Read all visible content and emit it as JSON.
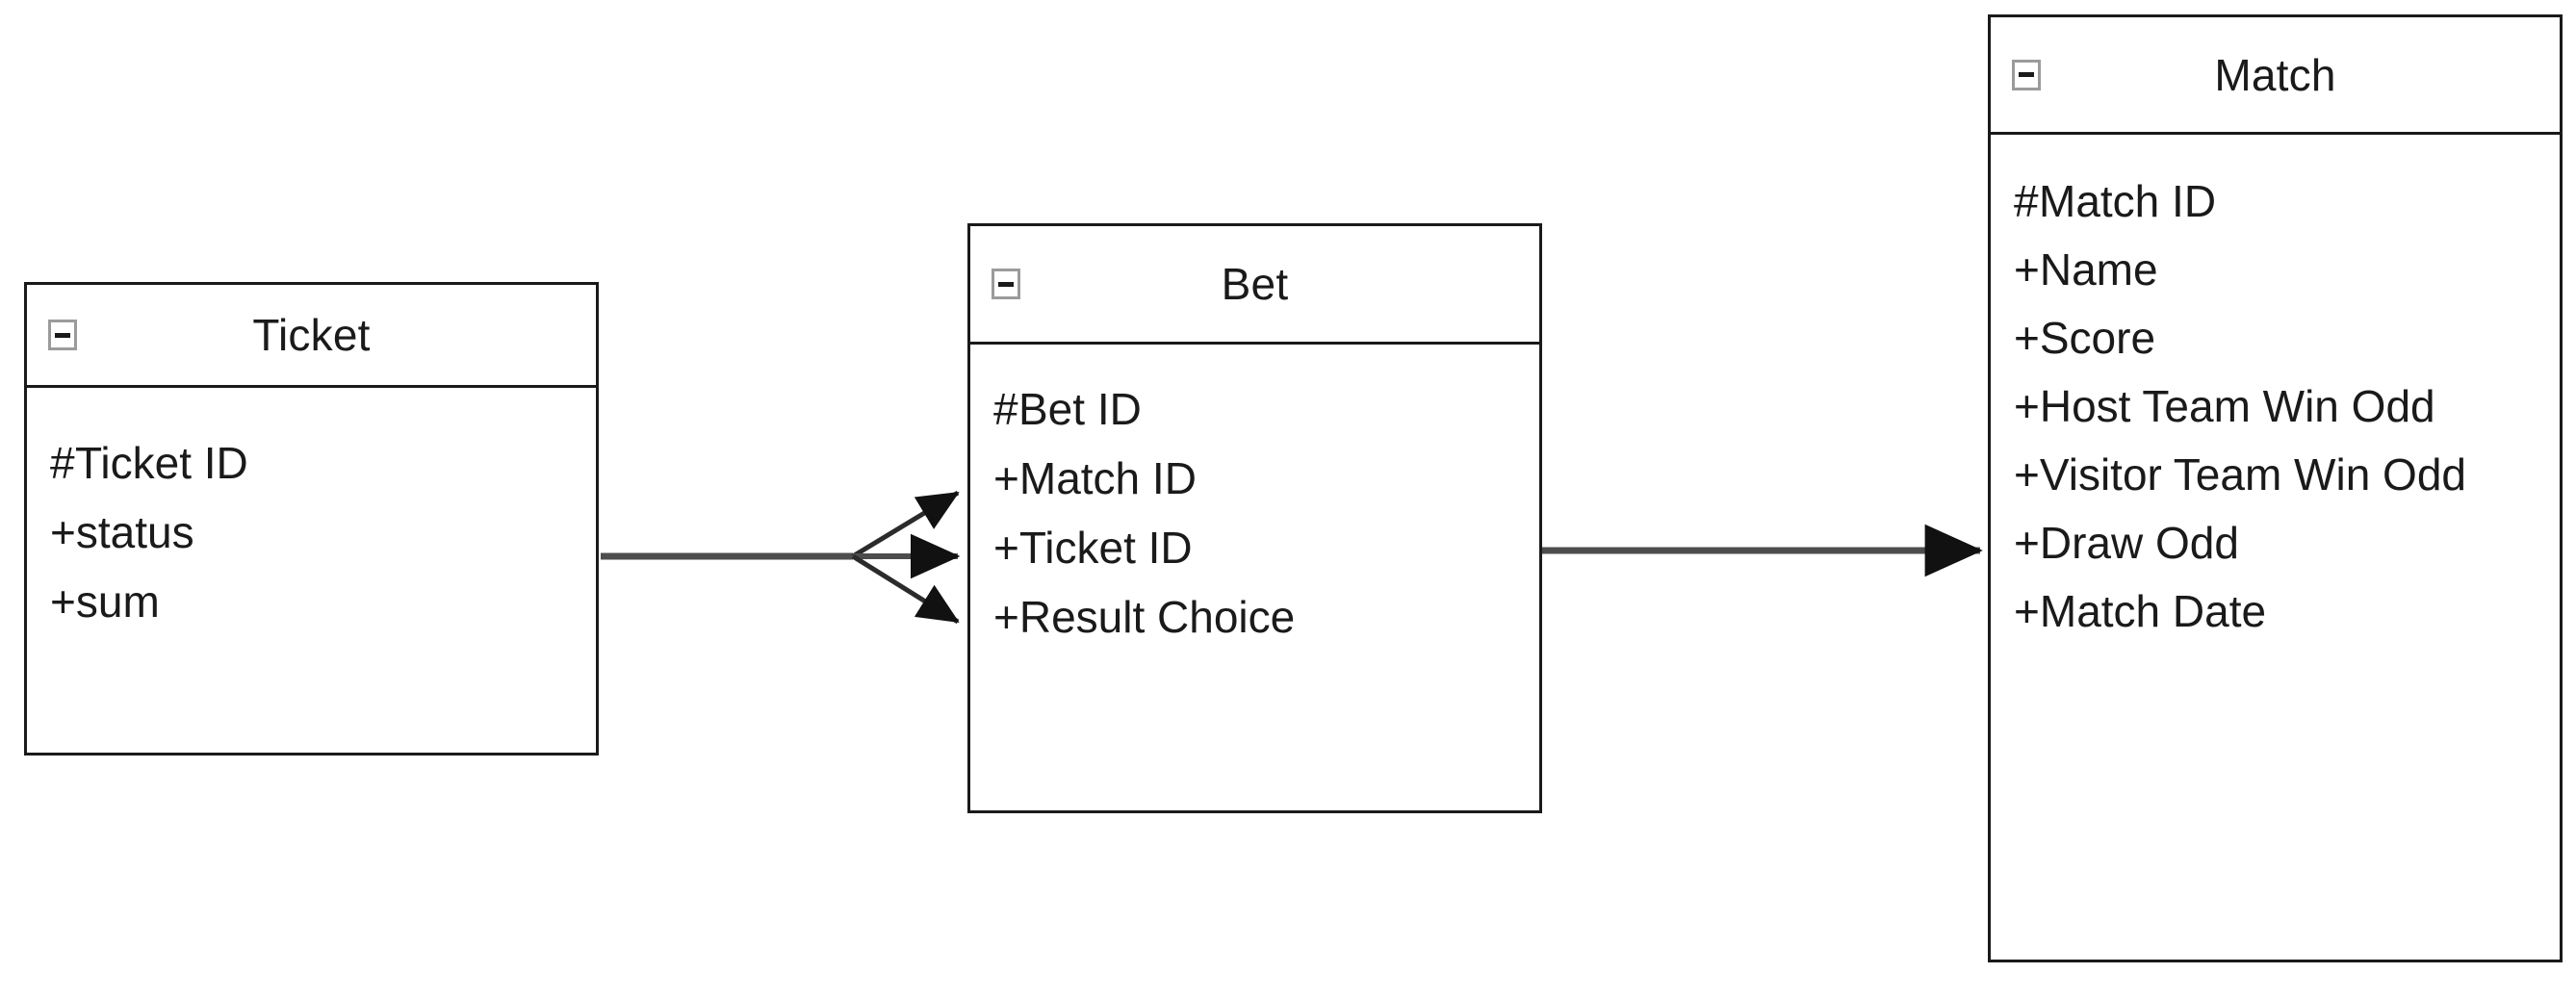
{
  "diagram": {
    "type": "uml-class-diagram",
    "background_color": "#ffffff",
    "line_color": "#4d4d4d",
    "border_color": "#1a1a1a",
    "icon_border_color": "#9b9b9b",
    "text_color": "#1a1a1a"
  },
  "classes": [
    {
      "id": "ticket",
      "title": "Ticket",
      "collapse_icon": "minus-box-icon",
      "attributes": [
        {
          "visibility": "#",
          "name": "Ticket ID"
        },
        {
          "visibility": "+",
          "name": "status"
        },
        {
          "visibility": "+",
          "name": "sum"
        }
      ]
    },
    {
      "id": "bet",
      "title": "Bet",
      "collapse_icon": "minus-box-icon",
      "attributes": [
        {
          "visibility": "#",
          "name": "Bet ID"
        },
        {
          "visibility": "+",
          "name": "Match ID"
        },
        {
          "visibility": "+",
          "name": "Ticket ID"
        },
        {
          "visibility": "+",
          "name": "Result Choice"
        }
      ]
    },
    {
      "id": "match",
      "title": "Match",
      "collapse_icon": "minus-box-icon",
      "attributes": [
        {
          "visibility": "#",
          "name": "Match ID"
        },
        {
          "visibility": "+",
          "name": "Name"
        },
        {
          "visibility": "+",
          "name": "Score"
        },
        {
          "visibility": "+",
          "name": "Host Team Win Odd"
        },
        {
          "visibility": "+",
          "name": "Visitor Team Win Odd"
        },
        {
          "visibility": "+",
          "name": "Draw Odd"
        },
        {
          "visibility": "+",
          "name": "Match Date"
        }
      ]
    }
  ],
  "relationships": [
    {
      "id": "ticket-to-bet",
      "from": "ticket",
      "to": "bet",
      "style": "one-to-many-fan",
      "arrowheads": 3
    },
    {
      "id": "bet-to-match",
      "from": "bet",
      "to": "match",
      "style": "one-to-one",
      "arrowheads": 1
    }
  ]
}
